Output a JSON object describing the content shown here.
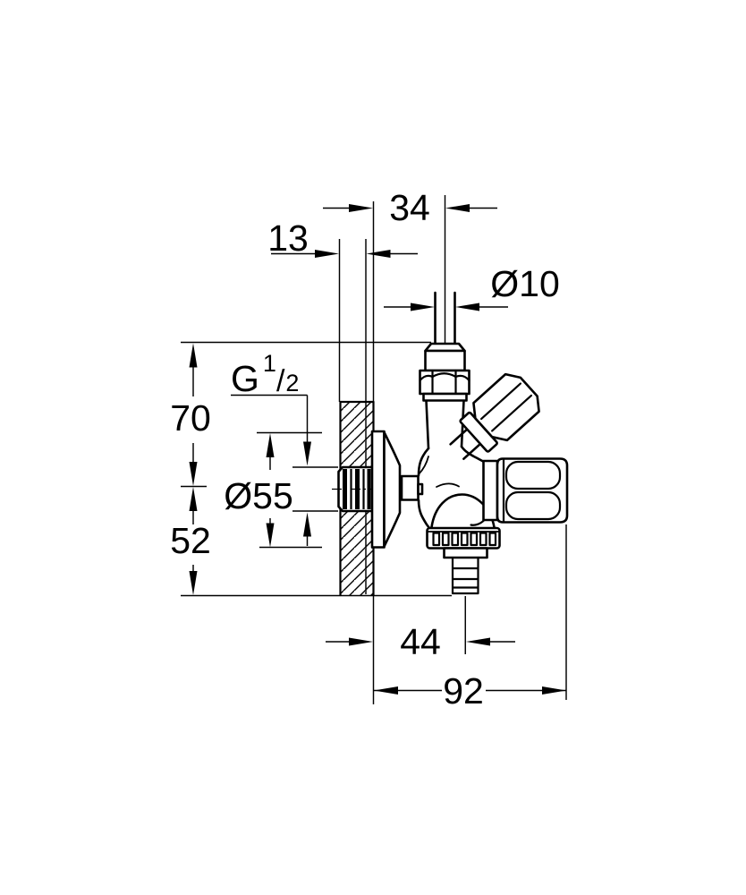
{
  "drawing": {
    "kind": "angle-valve dimensional drawing",
    "dims": {
      "d34": "34",
      "d13": "13",
      "d10": "Ø10",
      "d70": "70",
      "d55": "Ø55",
      "d52": "52",
      "d44": "44",
      "d92": "92"
    },
    "thread": {
      "prefix": "G",
      "numerator": "1",
      "slash": "/",
      "denominator": "2"
    },
    "colors": {
      "ink": "#000000",
      "paper": "#ffffff"
    }
  }
}
